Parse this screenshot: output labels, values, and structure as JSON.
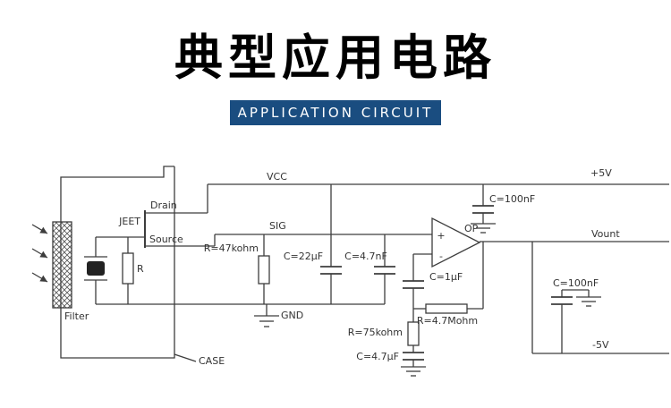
{
  "header": {
    "title": "典型应用电路",
    "subtitle": "APPLICATION CIRCUIT"
  },
  "colors": {
    "banner": "#1a4d80",
    "line": "#3d3d3d",
    "text": "#333333"
  },
  "circuit": {
    "sensor": {
      "filter": "Filter",
      "jfet": "JEET",
      "drain": "Drain",
      "source": "Source",
      "resistor": "R",
      "case": "CASE"
    },
    "rails": {
      "vcc": "VCC",
      "sig": "SIG",
      "gnd": "GND",
      "vpos": "+5V",
      "vneg": "-5V",
      "vout": "Vount"
    },
    "components": {
      "r1": "R=47kohm",
      "c1": "C=22µF",
      "c2": "C=4.7nF",
      "c3": "C=100nF",
      "c4": "C=1µF",
      "r2": "R=4.7Mohm",
      "r3": "R=75kohm",
      "c5": "C=4.7µF",
      "c6": "C=100nF"
    },
    "opamp": {
      "label": "OP",
      "plus": "+",
      "minus": "-"
    }
  }
}
